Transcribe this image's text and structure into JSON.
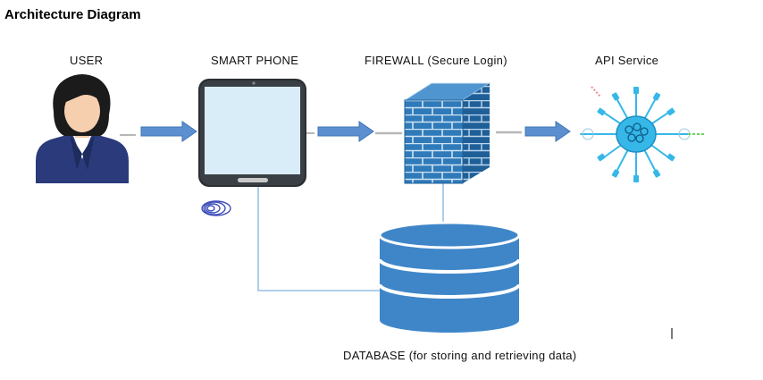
{
  "page": {
    "title": "Architecture Diagram"
  },
  "nodes": {
    "user": {
      "label": "USER"
    },
    "phone": {
      "label": "SMART PHONE"
    },
    "firewall": {
      "label": "FIREWALL (Secure Login)"
    },
    "api": {
      "label": "API Service"
    },
    "database": {
      "label": "DATABASE (for storing and retrieving data)"
    }
  },
  "colors": {
    "arrow": "#4f86c6",
    "connector": "#7fb3e0",
    "brick": "#2e78b7",
    "db": "#3f86c8",
    "api": "#35b8e8"
  }
}
